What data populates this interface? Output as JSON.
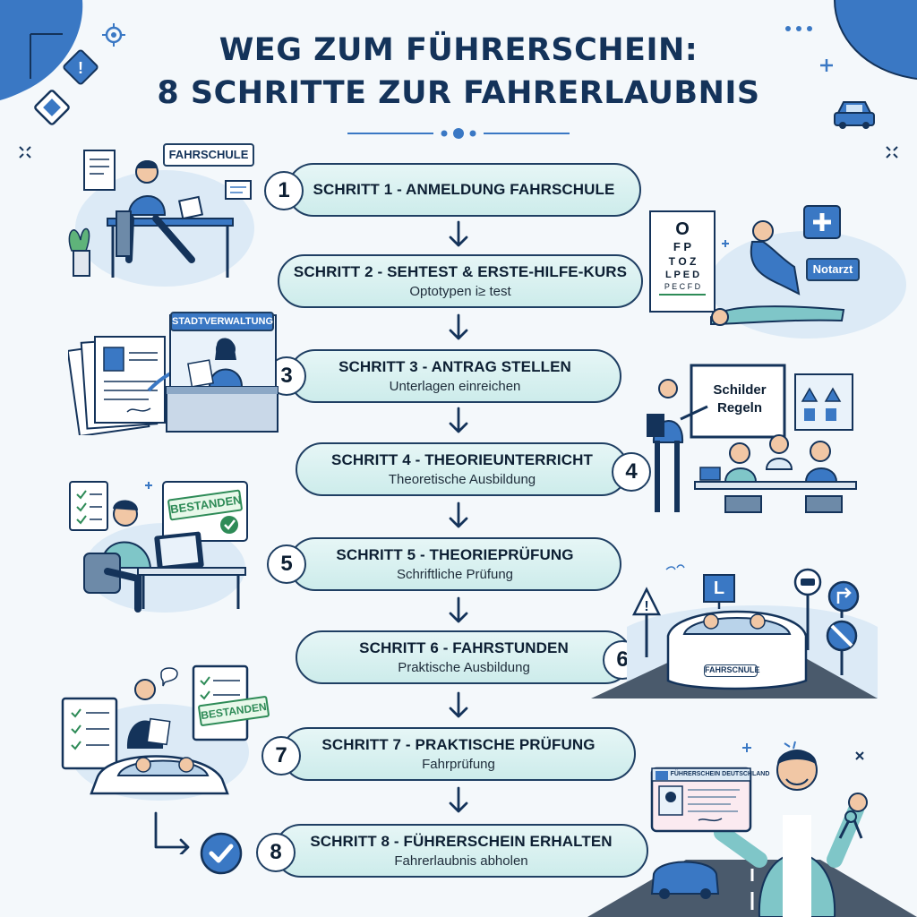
{
  "title": {
    "line1": "WEG ZUM FÜHRERSCHEIN:",
    "line2": "8 SCHRITTE ZUR FAHRERLAUBNIS"
  },
  "steps": [
    {
      "num": "1",
      "title": "SCHRITT 1 - ANMELDUNG FAHRSCHULE",
      "subtitle": ""
    },
    {
      "num": "2",
      "title": "SCHRITT 2 - SEHTEST & ERSTE-HILFE-KURS",
      "subtitle": "Optotypen i≥ test"
    },
    {
      "num": "3",
      "title": "SCHRITT 3 - ANTRAG STELLEN",
      "subtitle": "Unterlagen einreichen"
    },
    {
      "num": "4",
      "title": "SCHRITT 4 - THEORIEUNTERRICHT",
      "subtitle": "Theoretische Ausbildung"
    },
    {
      "num": "5",
      "title": "SCHRITT 5 - THEORIEPRÜFUNG",
      "subtitle": "Schriftliche Prüfung"
    },
    {
      "num": "6",
      "title": "SCHRITT 6 - FAHRSTUNDEN",
      "subtitle": "Praktische Ausbildung"
    },
    {
      "num": "7",
      "title": "SCHRITT 7 - PRAKTISCHE PRÜFUNG",
      "subtitle": "Fahrprüfung"
    },
    {
      "num": "8",
      "title": "SCHRITT 8 - FÜHRERSCHEIN ERHALTEN",
      "subtitle": "Fahrerlaubnis abholen"
    }
  ],
  "labels": {
    "fahrschule": "FAHRSCHULE",
    "stadtverwaltung": "STADTVERWALTUNG",
    "notarzt": "Notarzt",
    "schilder_regeln": "Schilder\nRegeln",
    "bestanden_1": "BESTANDEN",
    "bestanden_2": "BESTANDEN",
    "car_plate": "FAHRSCNULE",
    "learner_sign": "L",
    "eye_chart": [
      "O",
      "F P",
      "T O Z",
      "L P E D",
      "P E C F D"
    ],
    "license_header": "FÜHRERSCHEIN  DEUTSCHLAND"
  },
  "colors": {
    "navy": "#14335a",
    "pill_fill": "#d6efee",
    "accent_blue": "#3a78c4",
    "green": "#2e8b57"
  }
}
